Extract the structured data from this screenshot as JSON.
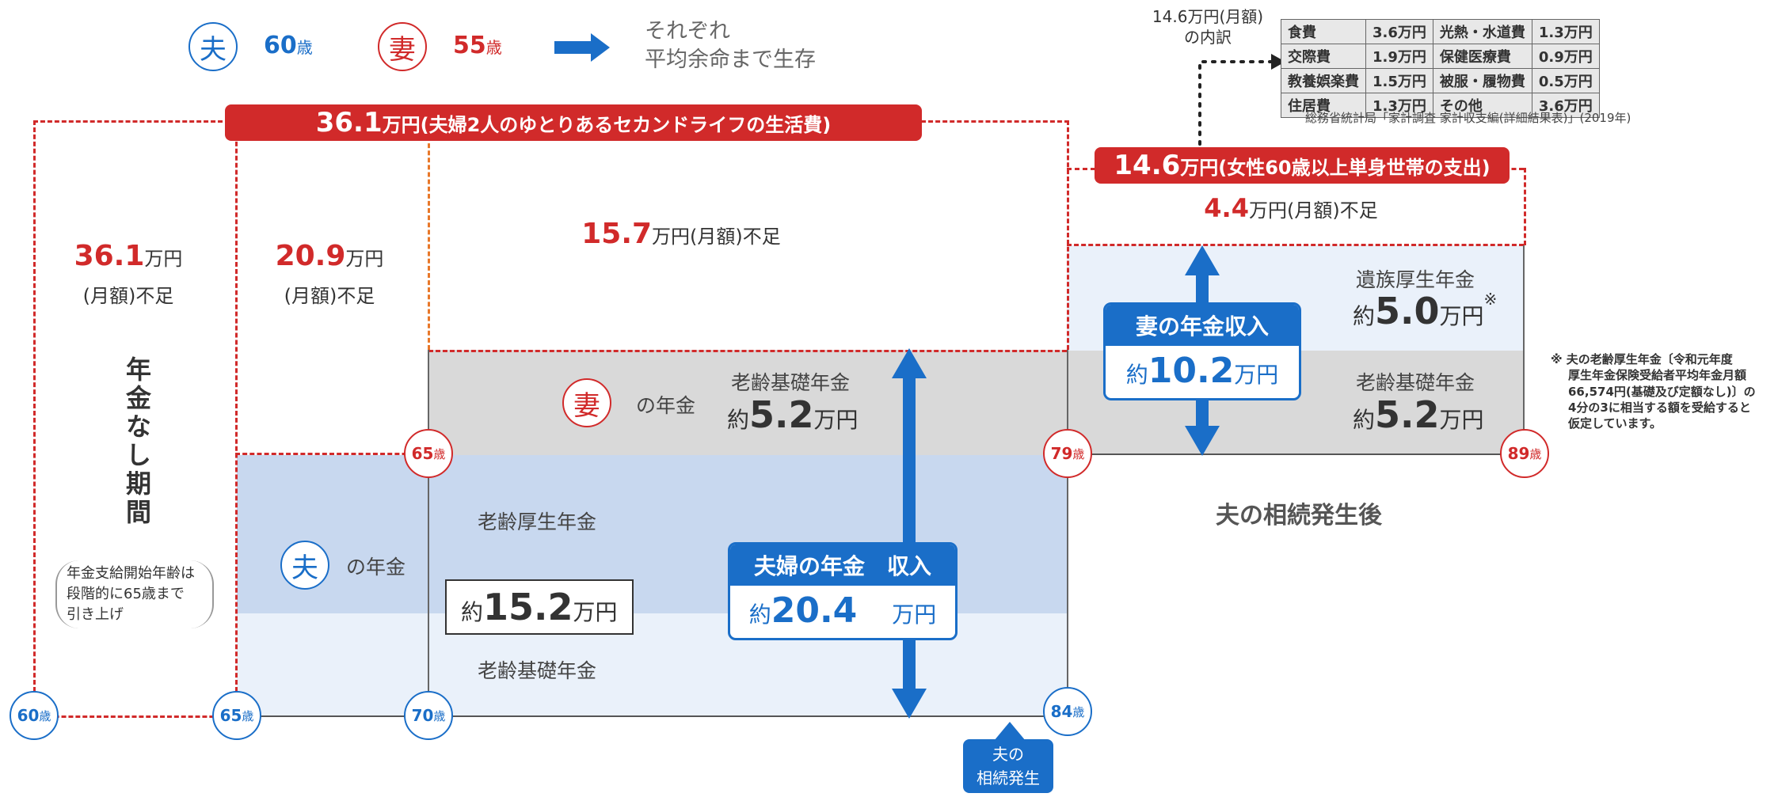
{
  "legend": {
    "husband_icon": "夫",
    "husband_age": "60",
    "wife_icon": "妻",
    "wife_age": "55",
    "age_unit": "歳",
    "line1": "それぞれ",
    "line2": "平均余命まで生存"
  },
  "banner_main": {
    "amount": "36.1",
    "text": "万円(夫婦2人のゆとりあるセカンドライフの生活費)"
  },
  "banner_single": {
    "amount": "14.6",
    "text": "万円(女性60歳以上単身世帯の支出)"
  },
  "shortages": {
    "s1": {
      "num": "36.1",
      "unit": "万円",
      "line2": "(月額)不足"
    },
    "s2": {
      "num": "20.9",
      "unit": "万円",
      "line2": "(月額)不足"
    },
    "s3": {
      "num": "15.7",
      "unit": "万円(月額)不足"
    },
    "s4": {
      "num": "4.4",
      "unit": "万円(月額)不足"
    }
  },
  "no_pension": {
    "title": "年金なし期間",
    "note_line1": "年金支給開始年齢は",
    "note_line2": "段階的に65歳まで",
    "note_line3": "引き上げ"
  },
  "wife_pension": {
    "icon": "妻",
    "label": "の年金",
    "basic_label": "老齢基礎年金",
    "pre": "約",
    "value": "5.2",
    "unit": "万円"
  },
  "husband_pension": {
    "icon": "夫",
    "label": "の年金",
    "kosei_label": "老齢厚生年金",
    "basic_label": "老齢基礎年金",
    "pre": "約",
    "value": "15.2",
    "unit": "万円"
  },
  "couple_income": {
    "title": "夫婦の年金　収入",
    "pre": "約",
    "value": "20.4",
    "unit": "万円"
  },
  "wife_income": {
    "title": "妻の年金収入",
    "pre": "約",
    "value": "10.2",
    "unit": "万円"
  },
  "after": {
    "survivor_label": "遺族厚生年金",
    "survivor_pre": "約",
    "survivor_value": "5.0",
    "survivor_unit": "万円",
    "survivor_mark": "※",
    "basic_label": "老齢基礎年金",
    "basic_pre": "約",
    "basic_value": "5.2",
    "basic_unit": "万円",
    "title": "夫の相続発生後"
  },
  "ages": {
    "h60": "60",
    "h65": "65",
    "h70": "70",
    "h84": "84",
    "w65": "65",
    "w79": "79",
    "w89": "89",
    "unit": "歳"
  },
  "inheritance_tag": {
    "line1": "夫の",
    "line2": "相続発生"
  },
  "breakdown": {
    "caption_line1": "14.6万円(月額)",
    "caption_line2": "の内訳",
    "rows": [
      [
        "食費",
        "3.6万円",
        "光熱・水道費",
        "1.3万円"
      ],
      [
        "交際費",
        "1.9万円",
        "保健医療費",
        "0.9万円"
      ],
      [
        "教養娯楽費",
        "1.5万円",
        "被服・履物費",
        "0.5万円"
      ],
      [
        "住居費",
        "1.3万円",
        "その他",
        "3.6万円"
      ]
    ],
    "source": "総務省統計局「家計調査 家計収支編(詳細結果表)」(2019年)"
  },
  "footnote": {
    "line1": "※ 夫の老齢厚生年金〔令和元年度",
    "line2": "厚生年金保険受給者平均年金月額",
    "line3": "66,574円(基礎及び定額なし)〕の",
    "line4": "4分の3に相当する額を受給すると",
    "line5": "仮定しています。"
  },
  "colors": {
    "red": "#d12a2a",
    "blue": "#1a6ec8",
    "light_blue": "#c8d8ef",
    "pale_blue": "#eaf1fa",
    "grey": "#d9d9d9"
  }
}
